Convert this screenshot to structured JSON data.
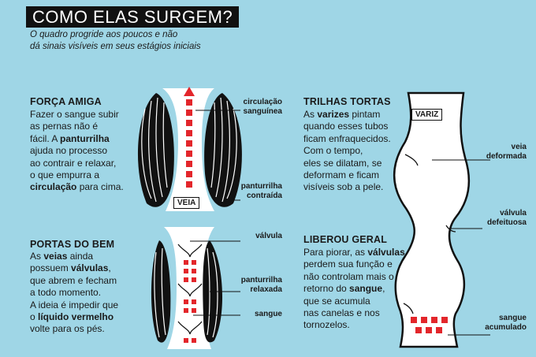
{
  "header": {
    "title": "COMO ELAS SURGEM?",
    "subtitle_line1": "O quadro progride aos poucos e não",
    "subtitle_line2": "dá sinais visíveis em seus estágios iniciais"
  },
  "sections": {
    "forca": {
      "heading": "FORÇA AMIGA",
      "lines": [
        [
          "Fazer o sangue subir"
        ],
        [
          "as pernas não é"
        ],
        [
          "fácil. A ",
          {
            "b": "panturrilha"
          }
        ],
        [
          "ajuda no processo"
        ],
        [
          "ao contrair e relaxar,"
        ],
        [
          "o que empurra a"
        ],
        [
          {
            "b": "circulação"
          },
          " para cima."
        ]
      ]
    },
    "portas": {
      "heading": "PORTAS DO BEM",
      "lines": [
        [
          "As ",
          {
            "b": "veias"
          },
          " ainda"
        ],
        [
          "possuem ",
          {
            "b": "válvulas"
          },
          ","
        ],
        [
          "que abrem e fecham"
        ],
        [
          "a todo momento."
        ],
        [
          "A ideia é impedir que"
        ],
        [
          "o ",
          {
            "b": "líquido vermelho"
          }
        ],
        [
          "volte para os pés."
        ]
      ]
    },
    "trilhas": {
      "heading": "TRILHAS TORTAS",
      "lines": [
        [
          "As ",
          {
            "b": "varizes"
          },
          " pintam"
        ],
        [
          "quando esses tubos"
        ],
        [
          "ficam enfraquecidos."
        ],
        [
          "Com o tempo,"
        ],
        [
          "eles se dilatam, se"
        ],
        [
          "deformam e ficam"
        ],
        [
          "visíveis sob a pele."
        ]
      ]
    },
    "liberou": {
      "heading": "LIBEROU GERAL",
      "lines": [
        [
          "Para piorar, as ",
          {
            "b": "válvulas"
          }
        ],
        [
          "perdem sua função e"
        ],
        [
          "não controlam mais o"
        ],
        [
          "retorno do ",
          {
            "b": "sangue"
          },
          ","
        ],
        [
          "que se acumula"
        ],
        [
          "nas canelas e nos"
        ],
        [
          "tornozelos."
        ]
      ]
    }
  },
  "labels": {
    "circulacao_1": "circulação",
    "circulacao_2": "sanguínea",
    "panturrilha_contraida_1": "panturrilha",
    "panturrilha_contraida_2": "contraída",
    "veia_box": "VEIA",
    "valvula": "válvula",
    "panturrilha_relaxada_1": "panturrilha",
    "panturrilha_relaxada_2": "relaxada",
    "sangue": "sangue",
    "variz_box": "VARIZ",
    "veia_deformada_1": "veia",
    "veia_deformada_2": "deformada",
    "valvula_defeituosa_1": "válvula",
    "valvula_defeituosa_2": "defeituosa",
    "sangue_acumulado_1": "sangue",
    "sangue_acumulado_2": "acumulado"
  },
  "colors": {
    "background": "#9fd6e6",
    "blood": "#e3262b",
    "muscle": "#111111",
    "vein": "#ffffff"
  }
}
